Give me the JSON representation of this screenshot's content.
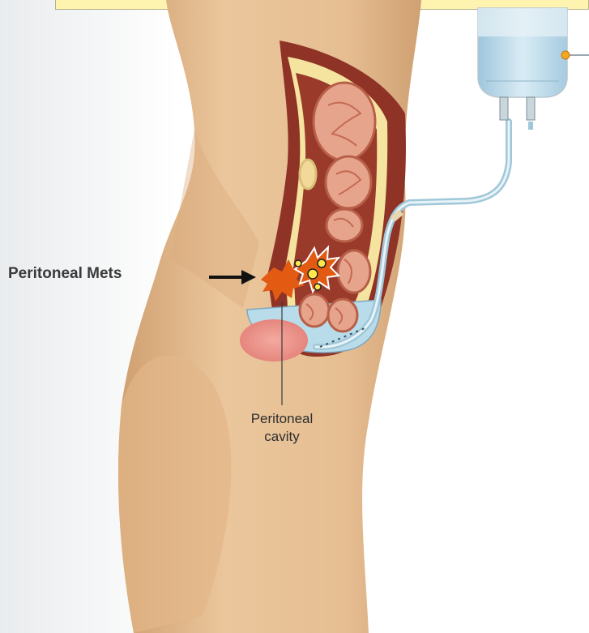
{
  "labels": {
    "peritoneal_mets": "Peritoneal Mets",
    "peritoneal_cavity_line1": "Peritoneal",
    "peritoneal_cavity_line2": "cavity"
  },
  "colors": {
    "skin": "#e8c39a",
    "skin_shadow": "#d4a878",
    "tissue_dark": "#8e3326",
    "fat_yellow": "#f5e3a0",
    "bowel_pink": "#e6a48c",
    "fluid_blue": "#b9dcea",
    "tumor_orange": "#e35a12",
    "banner": "#fff3b0",
    "arrow": "#111111"
  },
  "icons": {
    "iv_bag": "iv-bag-icon",
    "arrow": "arrow-right-icon"
  }
}
